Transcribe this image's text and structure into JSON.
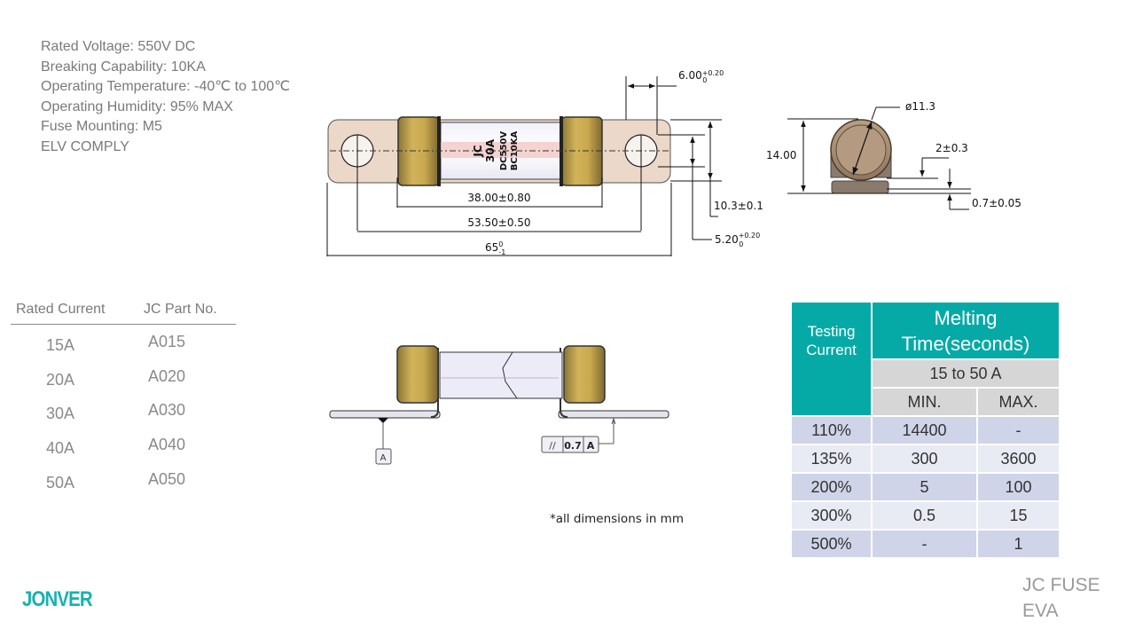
{
  "specs": [
    "Rated Voltage: 550V DC",
    "Breaking Capability: 10KA",
    "Operating Temperature: -40℃ to 100℃",
    "Operating Humidity: 95% MAX",
    "Fuse Mounting: M5",
    "ELV COMPLY"
  ],
  "parts_table": {
    "headers": [
      "Rated Current",
      "JC Part  No."
    ],
    "rows": [
      [
        "15A",
        "A015"
      ],
      [
        "20A",
        "A020"
      ],
      [
        "30A",
        "A030"
      ],
      [
        "40A",
        "A040"
      ],
      [
        "50A",
        "A050"
      ]
    ]
  },
  "top_view": {
    "fuse_marking": [
      "JC",
      "30A",
      "DC550V",
      "BC10KA"
    ],
    "dimensions": {
      "hole_width": "6.00",
      "hole_width_tol_upper": "+0.20",
      "hole_width_tol_lower": "0",
      "body_length": "38.00±0.80",
      "hole_spacing": "53.50±0.50",
      "overall_length": "65",
      "overall_length_tol_upper": "0",
      "overall_length_tol_lower": "-1",
      "tab_width": "10.3±0.1",
      "hole_diameter": "5.20",
      "hole_diameter_tol_upper": "+0.20",
      "hole_diameter_tol_lower": "0"
    }
  },
  "end_view": {
    "diameter": "ø11.3",
    "height": "14.00",
    "offset": "2±0.3",
    "thickness": "0.7±0.05"
  },
  "side_view": {
    "datum": "A",
    "tolerance_symbol": "//",
    "tolerance_value": "0.7",
    "tolerance_datum": "A"
  },
  "note": "*all dimensions in mm",
  "melting_table": {
    "header_testing": [
      "Testing",
      "Current"
    ],
    "header_melting": [
      "Melting",
      "Time(seconds)"
    ],
    "range": "15 to 50 A",
    "min_label": "MIN.",
    "max_label": "MAX.",
    "rows": [
      [
        "110%",
        "14400",
        "-"
      ],
      [
        "135%",
        "300",
        "3600"
      ],
      [
        "200%",
        "5",
        "100"
      ],
      [
        "300%",
        "0.5",
        "15"
      ],
      [
        "500%",
        "-",
        "1"
      ]
    ],
    "colors": {
      "header": "#05aaa6",
      "subheader": "#d6d6d6",
      "row_dark": "#cfd4e9",
      "row_light": "#e8eaf4"
    }
  },
  "brand": {
    "logo": "JONVER",
    "color": "#15b2b0"
  },
  "product": [
    "JC FUSE",
    "EVA"
  ]
}
